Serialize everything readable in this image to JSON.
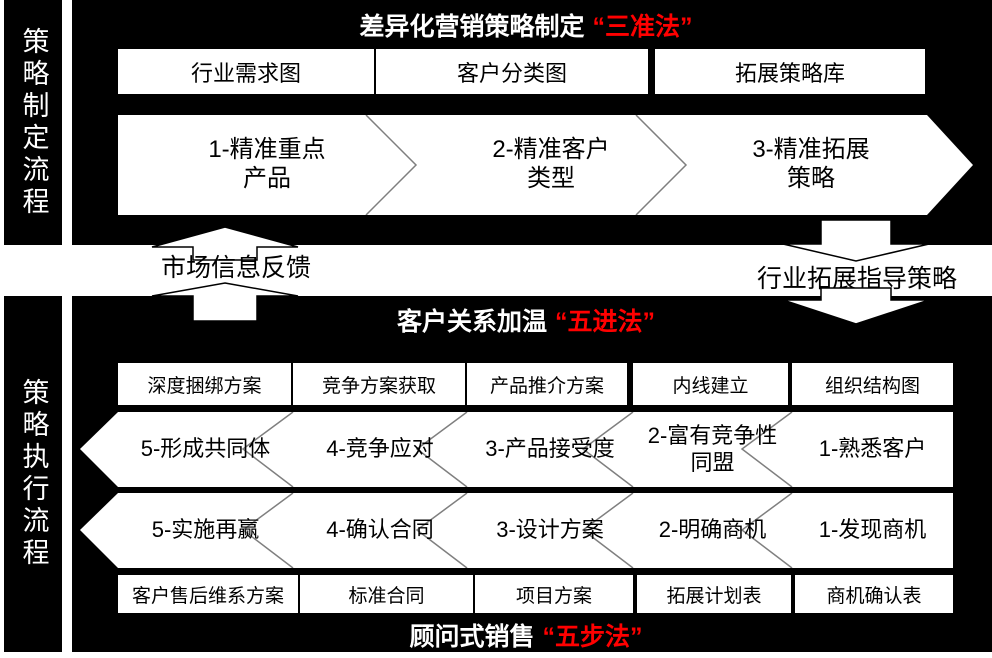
{
  "colors": {
    "panel_bg": "#000000",
    "box_bg": "#ffffff",
    "text_light": "#ffffff",
    "text_dark": "#000000",
    "highlight_red": "#ff0000",
    "chevron_divider_gray": "#7f7f7f"
  },
  "sidebar_top": {
    "label": "策略制定流程"
  },
  "sidebar_bottom": {
    "label": "策略执行流程"
  },
  "top_panel": {
    "title": "差异化营销策略制定",
    "title_highlight": "“三准法”",
    "boxes": [
      "行业需求图",
      "客户分类图",
      "拓展策略库"
    ],
    "steps": [
      {
        "line1": "1-精准重点",
        "line2": "产品"
      },
      {
        "line1": "2-精准客户",
        "line2": "类型"
      },
      {
        "line1": "3-精准拓展",
        "line2": "策略"
      }
    ]
  },
  "connectors": {
    "left": {
      "label": "市场信息反馈",
      "direction": "up"
    },
    "right": {
      "label": "行业拓展指导策略",
      "direction": "down"
    }
  },
  "bottom_panel": {
    "title": "客户关系加温",
    "title_highlight": "“五进法”",
    "tool_boxes_top": [
      "深度捆绑方案",
      "竞争方案获取",
      "产品推介方案",
      "内线建立",
      "组织结构图"
    ],
    "warm_steps": [
      {
        "line1": "5-形成共同体",
        "line2": ""
      },
      {
        "line1": "4-竞争应对",
        "line2": ""
      },
      {
        "line1": "3-产品接受度",
        "line2": ""
      },
      {
        "line1": "2-富有竞争性",
        "line2": "同盟"
      },
      {
        "line1": "1-熟悉客户",
        "line2": ""
      }
    ],
    "sale_steps": [
      "5-实施再赢",
      "4-确认合同",
      "3-设计方案",
      "2-明确商机",
      "1-发现商机"
    ],
    "tool_boxes_bottom": [
      "客户售后维系方案",
      "标准合同",
      "项目方案",
      "拓展计划表",
      "商机确认表"
    ],
    "footer_title": "顾问式销售",
    "footer_highlight": "“五步法”"
  }
}
